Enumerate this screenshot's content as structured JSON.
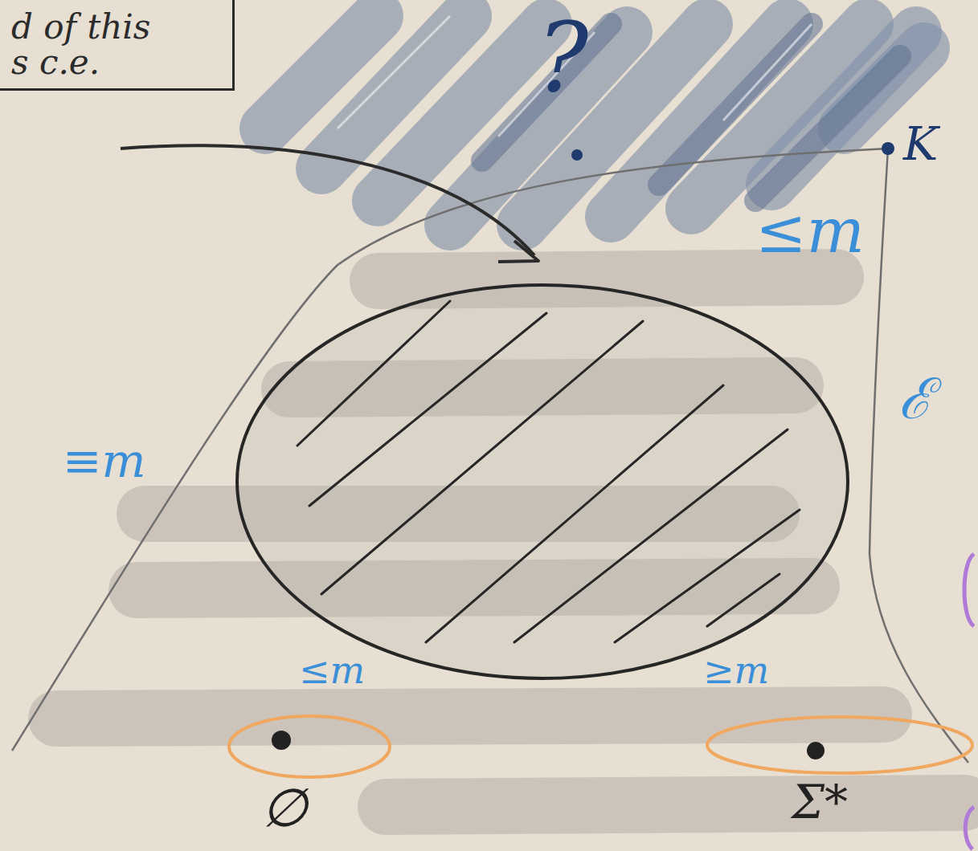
{
  "diagram": {
    "nodes": [
      {
        "text": [
          "d of this s c.e."
        ]
      }
    ],
    "labels": [
      "?",
      "K",
      "≤m",
      "ℰ",
      "≡m",
      "≤m",
      "≥m",
      "∅",
      "Σ*"
    ]
  }
}
